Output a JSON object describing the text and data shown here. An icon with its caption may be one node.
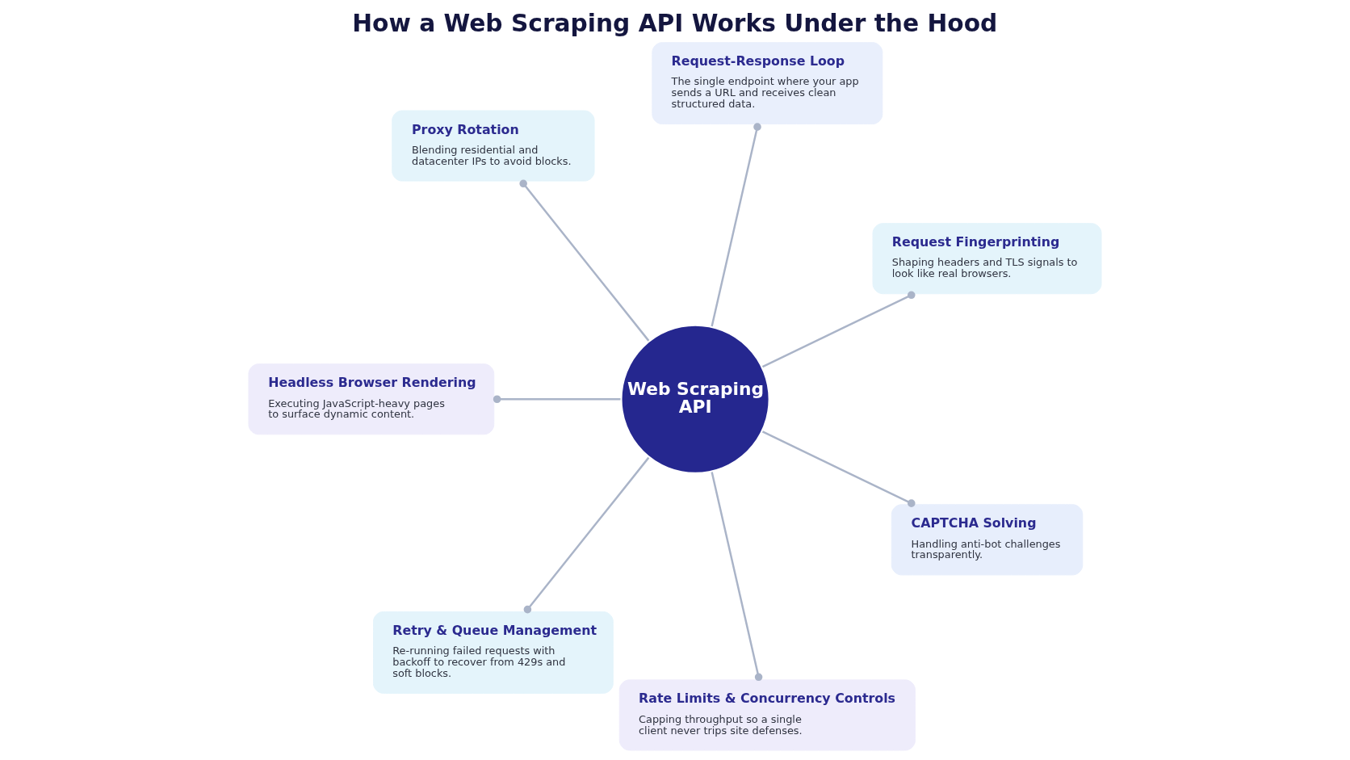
{
  "diagram": {
    "title": "How a Web Scraping API Works Under the Hood",
    "nodes": [
      {
        "text": [
          "Request-Response Loop",
          "The single endpoint where your app sends a URL and receives clean structured data."
        ]
      },
      {
        "text": [
          "Proxy Rotation",
          "Blending residential and datacenter IPs to avoid blocks."
        ]
      },
      {
        "text": [
          "Request Fingerprinting",
          "Shaping headers and TLS signals to look like real browsers."
        ]
      },
      {
        "text": [
          "Web Scraping API"
        ]
      },
      {
        "text": [
          "Headless Browser Rendering",
          "Executing JavaScript-heavy pages to surface dynamic content."
        ]
      },
      {
        "text": [
          "CAPTCHA Solving",
          "Handling anti-bot challenges transparently."
        ]
      },
      {
        "text": [
          "Retry & Queue Management",
          "Re-running failed requests with backoff to recover from 429s and soft blocks."
        ]
      },
      {
        "text": [
          "Rate Limits & Concurrency Controls",
          "Capping throughput so a single client never trips site defenses."
        ]
      }
    ],
    "edges": [
      {
        "from": 3,
        "to": 0,
        "arrow": "other"
      },
      {
        "from": 3,
        "to": 1,
        "arrow": "other"
      },
      {
        "from": 3,
        "to": 2,
        "arrow": "other"
      },
      {
        "from": 3,
        "to": 4,
        "arrow": "other"
      },
      {
        "from": 3,
        "to": 5,
        "arrow": "other"
      },
      {
        "from": 3,
        "to": 6,
        "arrow": "other"
      },
      {
        "from": 3,
        "to": 7,
        "arrow": "other"
      }
    ]
  }
}
